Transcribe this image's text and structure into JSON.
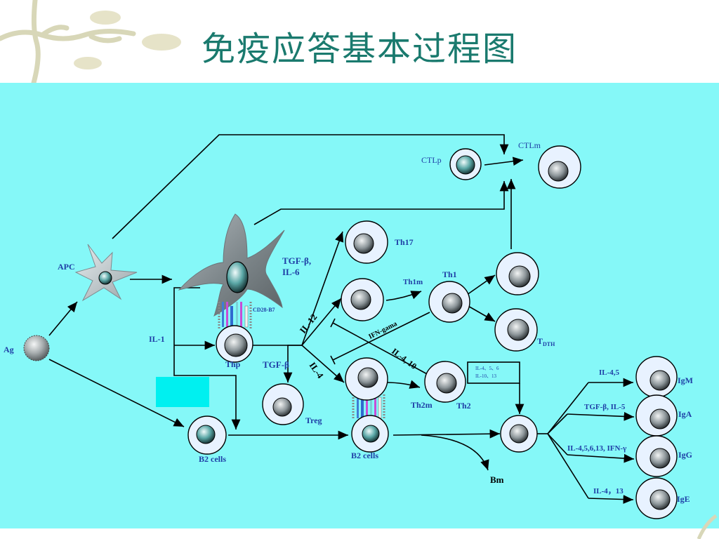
{
  "title": "免疫应答基本过程图",
  "colors": {
    "panel": "#85f8f8",
    "title": "#1a7a6e",
    "label": "#1f3fa6",
    "cell_fill": "#e8f2ff",
    "nucleus": "#8f9a9e"
  },
  "labels": {
    "ag": "Ag",
    "apc": "APC",
    "il1": "IL-1",
    "thp": "Thp",
    "cd28": "CD28-B7",
    "b2_left": "B2 cells",
    "b2_mid": "B2 cells",
    "tgf_il6_line1": "TGF-β,",
    "tgf_il6_line2": "IL-6",
    "tgf_b": "TGF-β",
    "il12": "IL-12",
    "il4": "IL-4",
    "th17": "Th17",
    "th1m": "Th1m",
    "th1": "Th1",
    "t_dth_main": "T",
    "t_dth_sub": "DTH",
    "ifn_gama": "IFN-gama",
    "il4_10": "IL-4, 10",
    "th2m": "Th2m",
    "th2": "Th2",
    "box_line1": "IL-4、5、6",
    "box_line2": "IL-10、13",
    "treg": "Treg",
    "ctlp": "CTLp",
    "ctlm": "CTLm",
    "bm": "Bm",
    "il45": "IL-4,5",
    "tgf_il5": "TGF-β, IL-5",
    "il4_5_6_13": "IL-4,5,6,13, IFN-γ",
    "il4_13": "IL-4，13",
    "igm": "IgM",
    "iga": "IgA",
    "igg": "IgG",
    "ige": "IgE"
  }
}
